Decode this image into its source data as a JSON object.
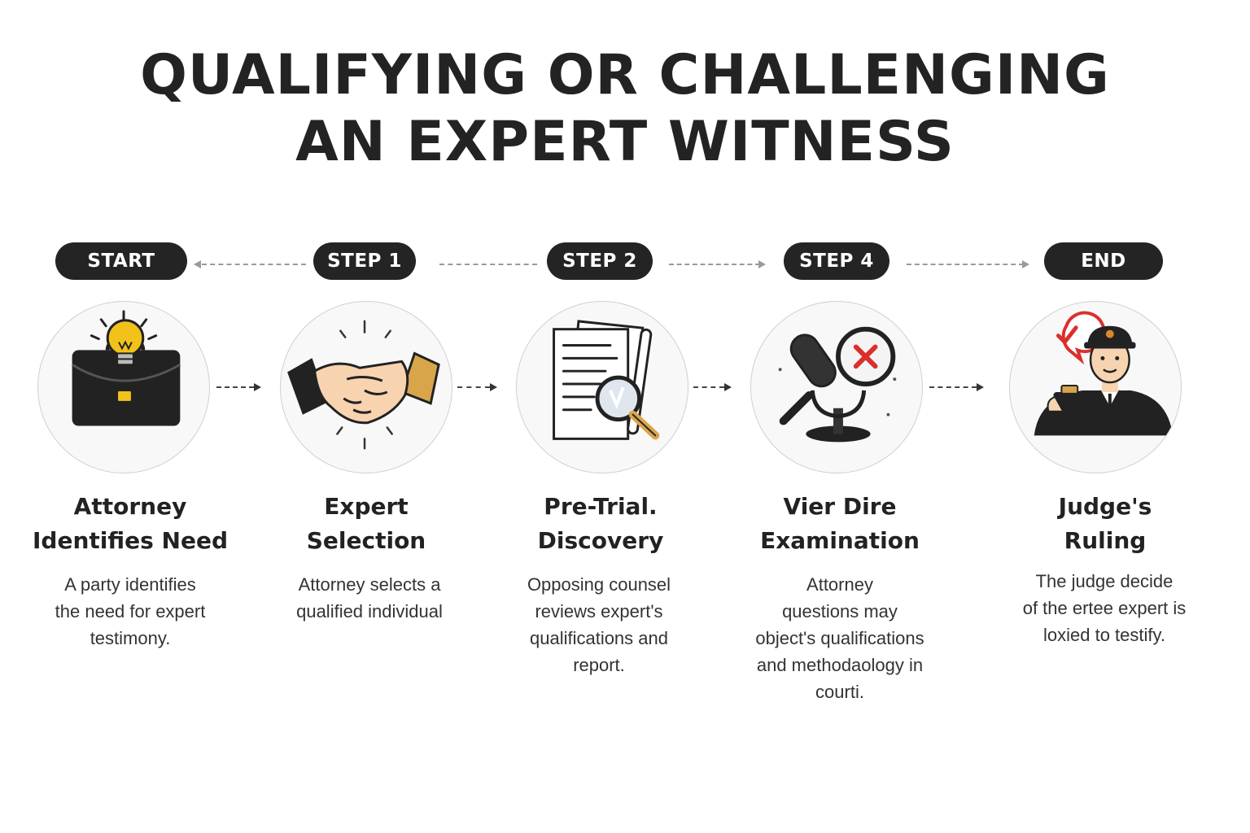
{
  "title": {
    "line1": "QUALIFYING OR CHALLENGING",
    "line2": "AN EXPERT WITNESS"
  },
  "steps": [
    {
      "badge": "START",
      "icon": "briefcase-lightbulb-icon",
      "title_lines": [
        "Attorney",
        "Identifies Need"
      ],
      "desc_lines": [
        "A party identifies",
        "the need for expert",
        "testimony."
      ]
    },
    {
      "badge": "STEP 1",
      "icon": "handshake-icon",
      "title_lines": [
        "Expert",
        "Selection"
      ],
      "desc_lines": [
        "Attorney selects a",
        "qualified individual"
      ]
    },
    {
      "badge": "STEP 2",
      "icon": "document-magnifier-icon",
      "title_lines": [
        "Pre-Trial.",
        "Discovery"
      ],
      "desc_lines": [
        "Opposing counsel",
        "reviews expert's",
        "qualifications and",
        "report."
      ]
    },
    {
      "badge": "STEP 4",
      "icon": "microphone-rejected-icon",
      "title_lines": [
        "Vier Dire",
        "Examination"
      ],
      "desc_lines": [
        "Attorney",
        "questions may",
        "object's qualifications",
        "and methodaology in",
        "courti."
      ]
    },
    {
      "badge": "END",
      "icon": "judge-approval-icon",
      "title_lines": [
        "Judge's",
        "Ruling"
      ],
      "desc_lines": [
        "The judge decide",
        "of the ertee expert is",
        "loxied to testify."
      ]
    }
  ],
  "colors": {
    "badge_bg": "#242424",
    "accent_yellow": "#f2c21b",
    "accent_red": "#d9302c",
    "skin": "#f7d3b0",
    "sleeve_gold": "#d9a54a"
  }
}
